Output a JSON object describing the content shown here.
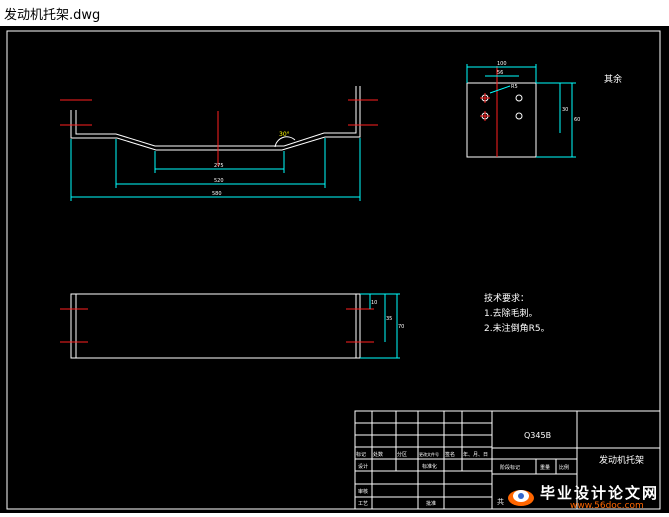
{
  "window": {
    "title": "发动机托架.dwg"
  },
  "drawing": {
    "front_view": {
      "angle_label": "30°",
      "dim_inner": "275",
      "dim_middle": "520",
      "dim_overall": "580"
    },
    "side_view": {
      "dim_width_top": "100",
      "dim_width_inner": "56",
      "dim_small": "R5",
      "dim_height_outer": "60",
      "dim_height_inner": "30"
    },
    "top_view": {
      "dim_h1": "10",
      "dim_h2": "35",
      "dim_h3": "70"
    },
    "note_label": "其余",
    "tech_requirements": {
      "title": "技术要求：",
      "items": [
        "1.去除毛刺。",
        "2.未注倒角R5。"
      ]
    },
    "title_block": {
      "material": "Q345B",
      "part_name": "发动机托架",
      "row_labels": [
        "标记",
        "处数",
        "分区",
        "更改文件号",
        "签名",
        "年、月、日"
      ],
      "design_label": "设计",
      "std_label": "标准化",
      "stage_label": "阶段标记",
      "weight_label": "重量",
      "scale_label": "比例",
      "review_label": "审核",
      "process_label": "工艺",
      "approve_label": "批准",
      "sheet_label": "共"
    }
  },
  "watermark": {
    "main": "毕业设计论文网",
    "url": "www.56doc.com"
  }
}
